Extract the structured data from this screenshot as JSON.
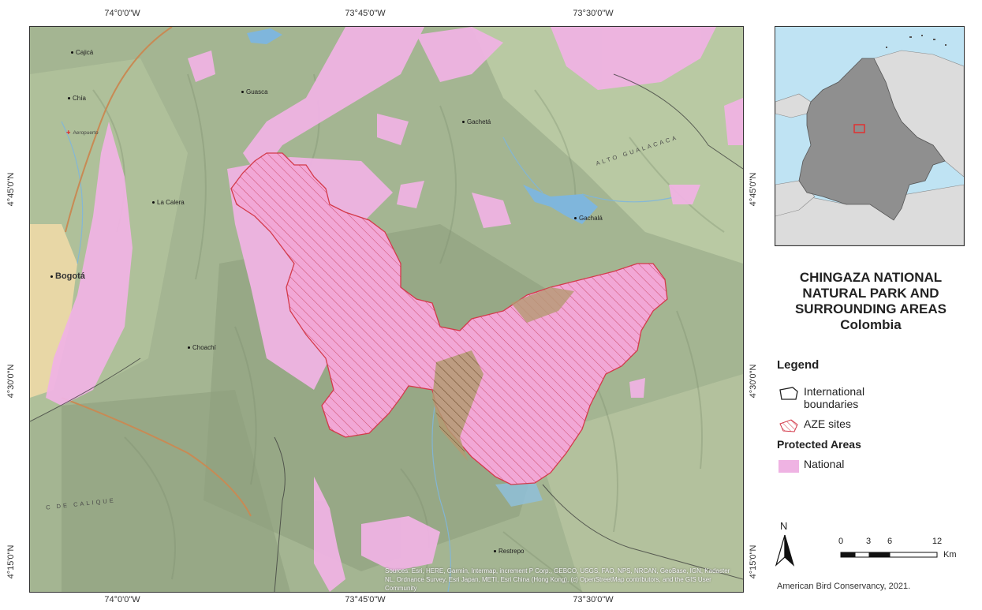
{
  "map": {
    "top_coords": [
      "74°0'0\"W",
      "73°45'0\"W",
      "73°30'0\"W"
    ],
    "bottom_coords": [
      "74°0'0\"W",
      "73°45'0\"W",
      "73°30'0\"W"
    ],
    "left_coords": [
      "4°45'0\"N",
      "4°30'0\"N",
      "4°15'0\"N"
    ],
    "right_coords": [
      "4°45'0\"N",
      "4°30'0\"N",
      "4°15'0\"N"
    ],
    "places": {
      "cajica": "Cajicá",
      "chia": "Chía",
      "guasca": "Guasca",
      "la_calera": "La Calera",
      "bogota": "Bogotá",
      "choachi": "Choachí",
      "gachala": "Gachalá",
      "gacheta": "Gachetá",
      "restrepo": "Restrepo",
      "aeropuerto": "Aeropuerto",
      "alto_gualacaca": "ALTO GUALACACA",
      "cacique": "C DE CALIQUE"
    },
    "attribution": "Sources: Esri, HERE, Garmin, Intermap, increment P Corp., GEBCO, USGS, FAO, NPS, NRCAN, GeoBase, IGN, Kadaster NL, Ordnance Survey, Esri Japan, METI, Esri China (Hong Kong), (c) OpenStreetMap contributors, and the GIS User Community",
    "colors": {
      "terrain": "#a7b795",
      "national_protected": "#efb3e3",
      "aze_outline": "#d43a4a",
      "water": "#7fb6dc"
    }
  },
  "inset": {
    "colors": {
      "sea": "#bfe3f3",
      "colombia": "#8f8f8f",
      "neighbors": "#dcdcdc",
      "marker": "#e03030"
    }
  },
  "title": {
    "line1": "CHINGAZA NATIONAL",
    "line2": "NATURAL PARK AND",
    "line3": "SURROUNDING AREAS",
    "line4": "Colombia"
  },
  "legend": {
    "heading": "Legend",
    "international_boundaries": "International boundaries",
    "aze_sites": "AZE sites",
    "protected_heading": "Protected Areas",
    "national": "National"
  },
  "north": {
    "label": "N",
    "icon": "north-arrow-icon"
  },
  "scale": {
    "ticks": [
      "0",
      "3",
      "6",
      "12"
    ],
    "unit": "Km"
  },
  "credit": "American Bird Conservancy, 2021."
}
